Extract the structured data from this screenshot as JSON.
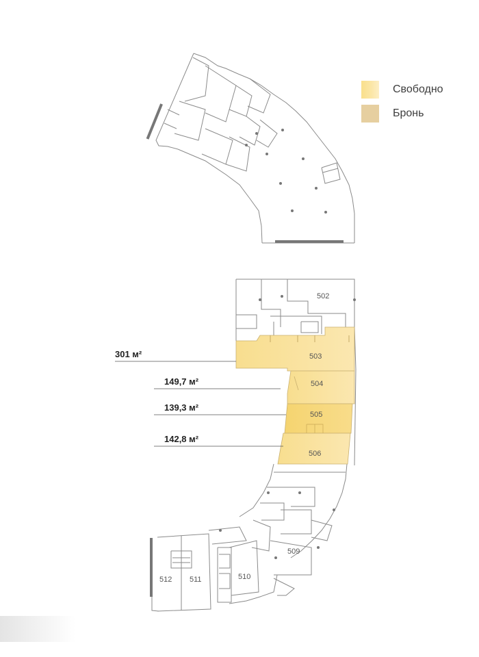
{
  "legend": {
    "free": {
      "label": "Свободно",
      "color": "#f9df8c"
    },
    "reserved": {
      "label": "Бронь",
      "color": "#e6cfa0"
    }
  },
  "areas": [
    {
      "unit": "503",
      "label": "301 м²",
      "status": "free"
    },
    {
      "unit": "504",
      "label": "149,7 м²",
      "status": "free"
    },
    {
      "unit": "505",
      "label": "139,3 м²",
      "status": "free"
    },
    {
      "unit": "506",
      "label": "142,8 м²",
      "status": "free"
    }
  ],
  "units": {
    "u502": "502",
    "u509": "509",
    "u510": "510",
    "u511": "511",
    "u512": "512"
  }
}
